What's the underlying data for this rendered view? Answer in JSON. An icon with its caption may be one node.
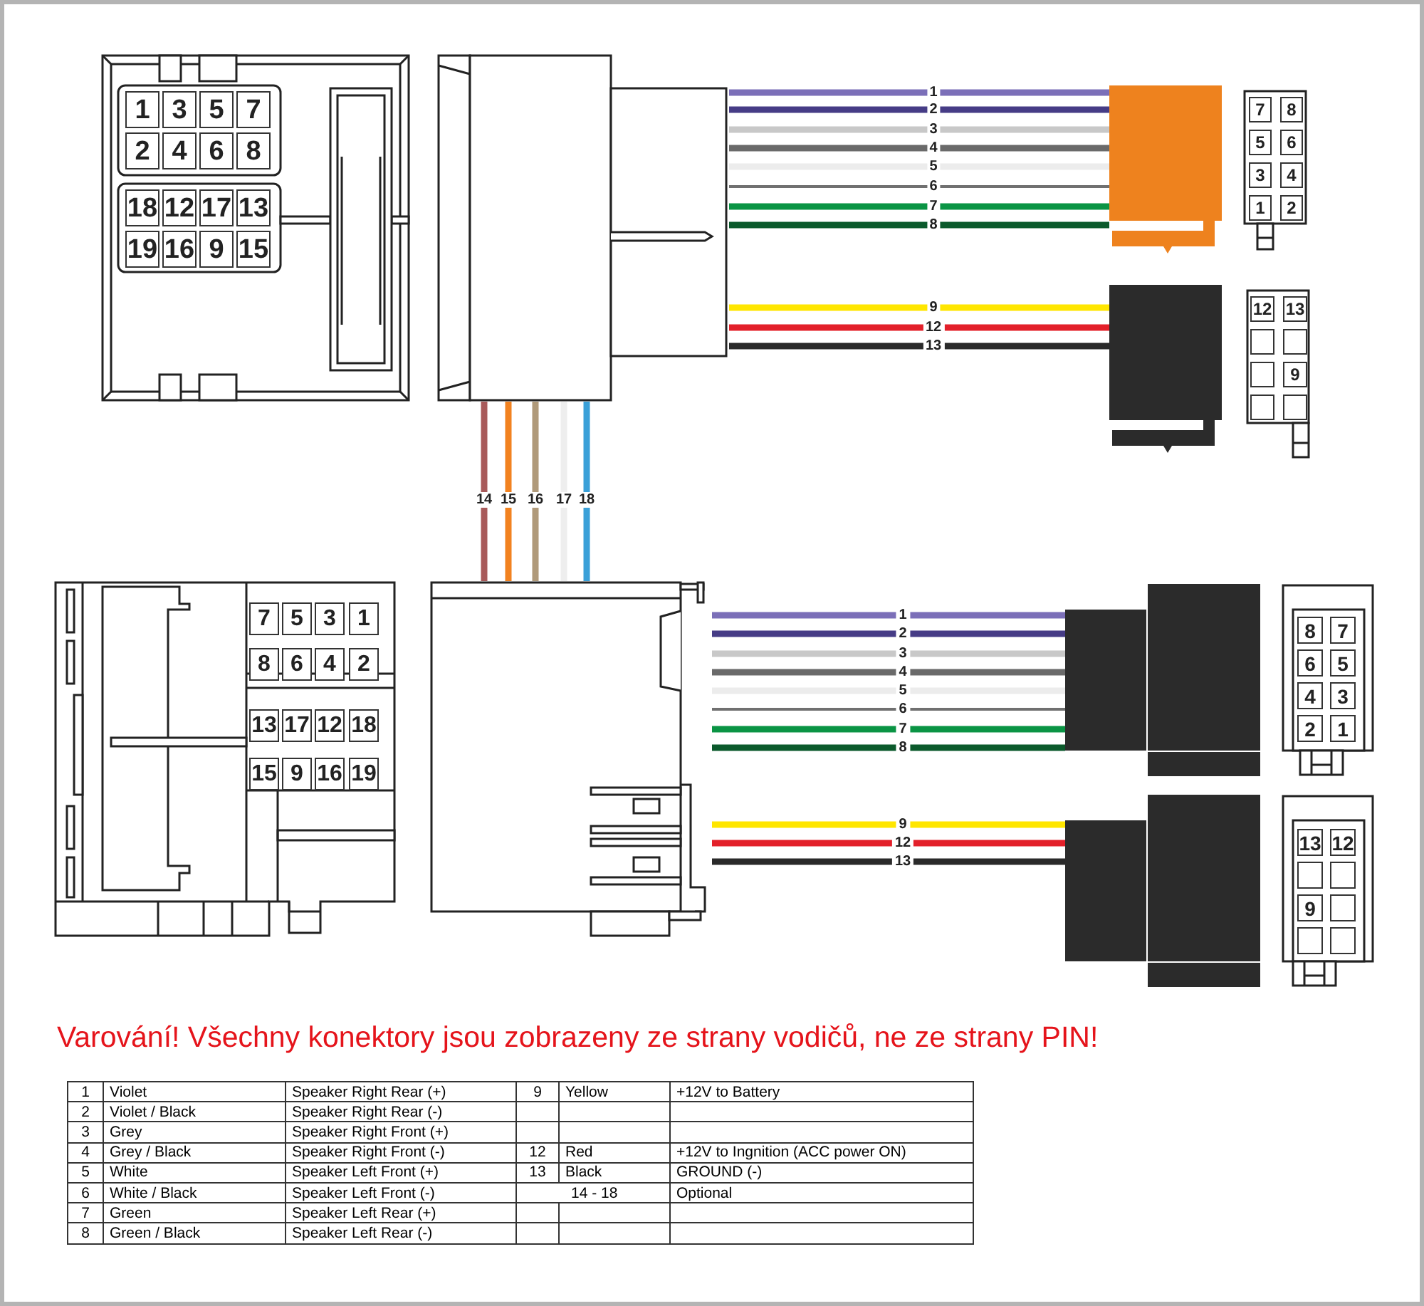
{
  "diagram": {
    "nodes": [
      {
        "text": [],
        "shape": "box"
      },
      {
        "text": [
          "1"
        ],
        "in": 0
      },
      {
        "text": [
          "3"
        ],
        "in": 0
      },
      {
        "text": [
          "5"
        ],
        "in": 0
      },
      {
        "text": [
          "7"
        ],
        "in": 0
      },
      {
        "text": [
          "2"
        ],
        "in": 0
      },
      {
        "text": [
          "4"
        ],
        "in": 0
      },
      {
        "text": [
          "6"
        ],
        "in": 0
      },
      {
        "text": [
          "8"
        ],
        "in": 0
      },
      {
        "text": [
          "18"
        ],
        "in": 0
      },
      {
        "text": [
          "12"
        ],
        "in": 0
      },
      {
        "text": [
          "17"
        ],
        "in": 0
      },
      {
        "text": [
          "13"
        ],
        "in": 0
      },
      {
        "text": [
          "19"
        ],
        "in": 0
      },
      {
        "text": [
          "16"
        ],
        "in": 0
      },
      {
        "text": [
          "9"
        ],
        "in": 0
      },
      {
        "text": [
          "15"
        ],
        "in": 0
      },
      {
        "text": [],
        "shape": "box"
      },
      {
        "text": [],
        "shape": "box"
      },
      {
        "text": [],
        "shape": "box"
      },
      {
        "text": [
          "7"
        ],
        "in": 19
      },
      {
        "text": [
          "8"
        ],
        "in": 19
      },
      {
        "text": [
          "5"
        ],
        "in": 19
      },
      {
        "text": [
          "6"
        ],
        "in": 19
      },
      {
        "text": [
          "3"
        ],
        "in": 19
      },
      {
        "text": [
          "4"
        ],
        "in": 19
      },
      {
        "text": [
          "1"
        ],
        "in": 19
      },
      {
        "text": [
          "2"
        ],
        "in": 19
      },
      {
        "text": [],
        "shape": "box"
      },
      {
        "text": [],
        "shape": "box"
      },
      {
        "text": [
          "12"
        ],
        "in": 29
      },
      {
        "text": [
          "13"
        ],
        "in": 29
      },
      {
        "text": [],
        "shape": "box",
        "in": 29
      },
      {
        "text": [],
        "shape": "box",
        "in": 29
      },
      {
        "text": [],
        "shape": "box",
        "in": 29
      },
      {
        "text": [
          "9"
        ],
        "in": 29
      },
      {
        "text": [],
        "shape": "box",
        "in": 29
      },
      {
        "text": [],
        "shape": "box",
        "in": 29
      },
      {
        "text": [],
        "shape": "box"
      },
      {
        "text": [
          "7"
        ],
        "in": 38
      },
      {
        "text": [
          "5"
        ],
        "in": 38
      },
      {
        "text": [
          "3"
        ],
        "in": 38
      },
      {
        "text": [
          "1"
        ],
        "in": 38
      },
      {
        "text": [
          "8"
        ],
        "in": 38
      },
      {
        "text": [
          "6"
        ],
        "in": 38
      },
      {
        "text": [
          "4"
        ],
        "in": 38
      },
      {
        "text": [
          "2"
        ],
        "in": 38
      },
      {
        "text": [
          "13"
        ],
        "in": 38
      },
      {
        "text": [
          "17"
        ],
        "in": 38
      },
      {
        "text": [
          "12"
        ],
        "in": 38
      },
      {
        "text": [
          "18"
        ],
        "in": 38
      },
      {
        "text": [
          "15"
        ],
        "in": 38
      },
      {
        "text": [
          "9"
        ],
        "in": 38
      },
      {
        "text": [
          "16"
        ],
        "in": 38
      },
      {
        "text": [
          "19"
        ],
        "in": 38
      },
      {
        "text": [],
        "shape": "box"
      },
      {
        "text": [],
        "shape": "box"
      },
      {
        "text": [],
        "shape": "box"
      },
      {
        "text": [
          "8"
        ],
        "in": 57
      },
      {
        "text": [
          "7"
        ],
        "in": 57
      },
      {
        "text": [
          "6"
        ],
        "in": 57
      },
      {
        "text": [
          "5"
        ],
        "in": 57
      },
      {
        "text": [
          "4"
        ],
        "in": 57
      },
      {
        "text": [
          "3"
        ],
        "in": 57
      },
      {
        "text": [
          "2"
        ],
        "in": 57
      },
      {
        "text": [
          "1"
        ],
        "in": 57
      },
      {
        "text": [],
        "shape": "box"
      },
      {
        "text": [],
        "shape": "box"
      },
      {
        "text": [
          "13"
        ],
        "in": 67
      },
      {
        "text": [
          "12"
        ],
        "in": 67
      },
      {
        "text": [],
        "shape": "box",
        "in": 67
      },
      {
        "text": [],
        "shape": "box",
        "in": 67
      },
      {
        "text": [
          "9"
        ],
        "in": 67
      },
      {
        "text": [],
        "shape": "box",
        "in": 67
      },
      {
        "text": [],
        "shape": "box",
        "in": 67
      },
      {
        "text": [],
        "shape": "box",
        "in": 67
      }
    ],
    "edges": [
      {
        "from": 17,
        "to": 18,
        "arrow": "none",
        "label": "1",
        "color": "#7b6fb8"
      },
      {
        "from": 17,
        "to": 18,
        "arrow": "none",
        "label": "2",
        "color": "#463c86"
      },
      {
        "from": 17,
        "to": 18,
        "arrow": "none",
        "label": "3",
        "color": "#c8c8c8"
      },
      {
        "from": 17,
        "to": 18,
        "arrow": "none",
        "label": "4",
        "color": "#6a6a6a"
      },
      {
        "from": 17,
        "to": 18,
        "arrow": "none",
        "label": "5",
        "color": "#ececec"
      },
      {
        "from": 17,
        "to": 18,
        "arrow": "none",
        "label": "6",
        "color": "#707070"
      },
      {
        "from": 17,
        "to": 18,
        "arrow": "none",
        "label": "7",
        "color": "#0a9444"
      },
      {
        "from": 17,
        "to": 18,
        "arrow": "none",
        "label": "8",
        "color": "#0b5a2c"
      },
      {
        "from": 17,
        "to": 28,
        "arrow": "none",
        "label": "9",
        "color": "#ffe600"
      },
      {
        "from": 17,
        "to": 28,
        "arrow": "none",
        "label": "12",
        "color": "#e3202a"
      },
      {
        "from": 17,
        "to": 28,
        "arrow": "none",
        "label": "13",
        "color": "#2a2a2a"
      },
      {
        "from": 17,
        "to": 55,
        "arrow": "none",
        "label": "14",
        "color": "#a85a5a"
      },
      {
        "from": 17,
        "to": 55,
        "arrow": "none",
        "label": "15",
        "color": "#f28220"
      },
      {
        "from": 17,
        "to": 55,
        "arrow": "none",
        "label": "16",
        "color": "#b09a7a"
      },
      {
        "from": 17,
        "to": 55,
        "arrow": "none",
        "label": "17",
        "color": "#eeeeee"
      },
      {
        "from": 17,
        "to": 55,
        "arrow": "none",
        "label": "18",
        "color": "#3aa0d8"
      },
      {
        "from": 55,
        "to": 56,
        "arrow": "none",
        "label": "1",
        "color": "#7b6fb8"
      },
      {
        "from": 55,
        "to": 56,
        "arrow": "none",
        "label": "2",
        "color": "#463c86"
      },
      {
        "from": 55,
        "to": 56,
        "arrow": "none",
        "label": "3",
        "color": "#c8c8c8"
      },
      {
        "from": 55,
        "to": 56,
        "arrow": "none",
        "label": "4",
        "color": "#6a6a6a"
      },
      {
        "from": 55,
        "to": 56,
        "arrow": "none",
        "label": "5",
        "color": "#ececec"
      },
      {
        "from": 55,
        "to": 56,
        "arrow": "none",
        "label": "6",
        "color": "#707070"
      },
      {
        "from": 55,
        "to": 56,
        "arrow": "none",
        "label": "7",
        "color": "#0a9444"
      },
      {
        "from": 55,
        "to": 56,
        "arrow": "none",
        "label": "8",
        "color": "#0b5a2c"
      },
      {
        "from": 55,
        "to": 66,
        "arrow": "none",
        "label": "9",
        "color": "#ffe600"
      },
      {
        "from": 55,
        "to": 66,
        "arrow": "none",
        "label": "12",
        "color": "#e3202a"
      },
      {
        "from": 55,
        "to": 66,
        "arrow": "none",
        "label": "13",
        "color": "#2a2a2a"
      }
    ],
    "labels": [
      "Varování! Všechny konektory jsou zobrazeny ze strany vodičů, ne ze strany PIN!",
      "1",
      "Violet",
      "Speaker Right Rear (+)",
      "9",
      "Yellow",
      "+12V to Battery",
      "2",
      "Violet / Black",
      "Speaker Right Rear (-)",
      "3",
      "Grey",
      "Speaker Right Front (+)",
      "4",
      "Grey / Black",
      "Speaker Right Front (-)",
      "12",
      "Red",
      "+12V to Ingnition (ACC power ON)",
      "5",
      "White",
      "Speaker Left Front (+)",
      "13",
      "Black",
      "GROUND (-)",
      "6",
      "White / Black",
      "Speaker Left Front (-)",
      "14 - 18",
      "Optional",
      "7",
      "Green",
      "Speaker Left Rear (+)",
      "8",
      "Green / Black",
      "Speaker Left Rear (-)"
    ]
  }
}
